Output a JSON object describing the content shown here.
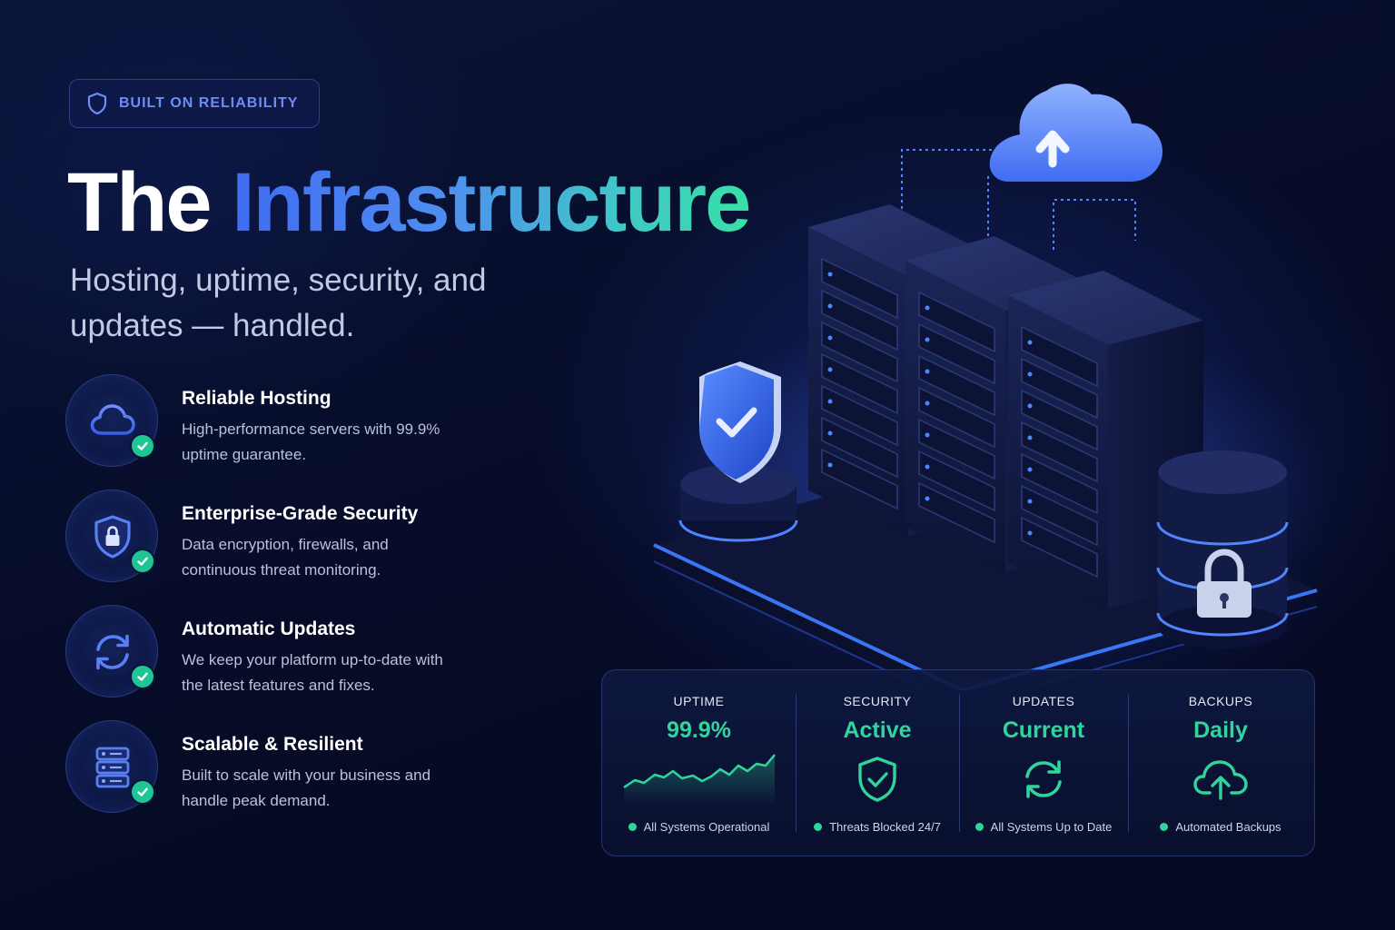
{
  "badge": {
    "label": "BUILT ON RELIABILITY",
    "icon": "shield-icon"
  },
  "hero": {
    "title_plain": "The",
    "title_highlight": "Infrastructure",
    "subtitle": "Hosting, uptime, security, and updates — handled."
  },
  "features": [
    {
      "title": "Reliable Hosting",
      "description": "High-performance servers with 99.9% uptime guarantee.",
      "icon": "cloud-icon"
    },
    {
      "title": "Enterprise-Grade Security",
      "description": "Data encryption, firewalls, and continuous threat monitoring.",
      "icon": "shield-lock-icon"
    },
    {
      "title": "Automatic Updates",
      "description": "We keep your platform up-to-date with the latest features and fixes.",
      "icon": "refresh-icon"
    },
    {
      "title": "Scalable & Resilient",
      "description": "Built to scale with your business and handle peak demand.",
      "icon": "server-stack-icon"
    }
  ],
  "stats": [
    {
      "label": "UPTIME",
      "value": "99.9%",
      "footer": "All Systems Operational",
      "visual": "sparkline"
    },
    {
      "label": "SECURITY",
      "value": "Active",
      "footer": "Threats Blocked 24/7",
      "visual": "shield-check-icon"
    },
    {
      "label": "UPDATES",
      "value": "Current",
      "footer": "All Systems Up to Date",
      "visual": "refresh-icon"
    },
    {
      "label": "BACKUPS",
      "value": "Daily",
      "footer": "Automated Backups",
      "visual": "cloud-upload-icon"
    }
  ],
  "colors": {
    "background": "#070d2a",
    "accent_blue": "#3f6cf2",
    "accent_green": "#2fd59c",
    "panel_border": "#25356f"
  }
}
